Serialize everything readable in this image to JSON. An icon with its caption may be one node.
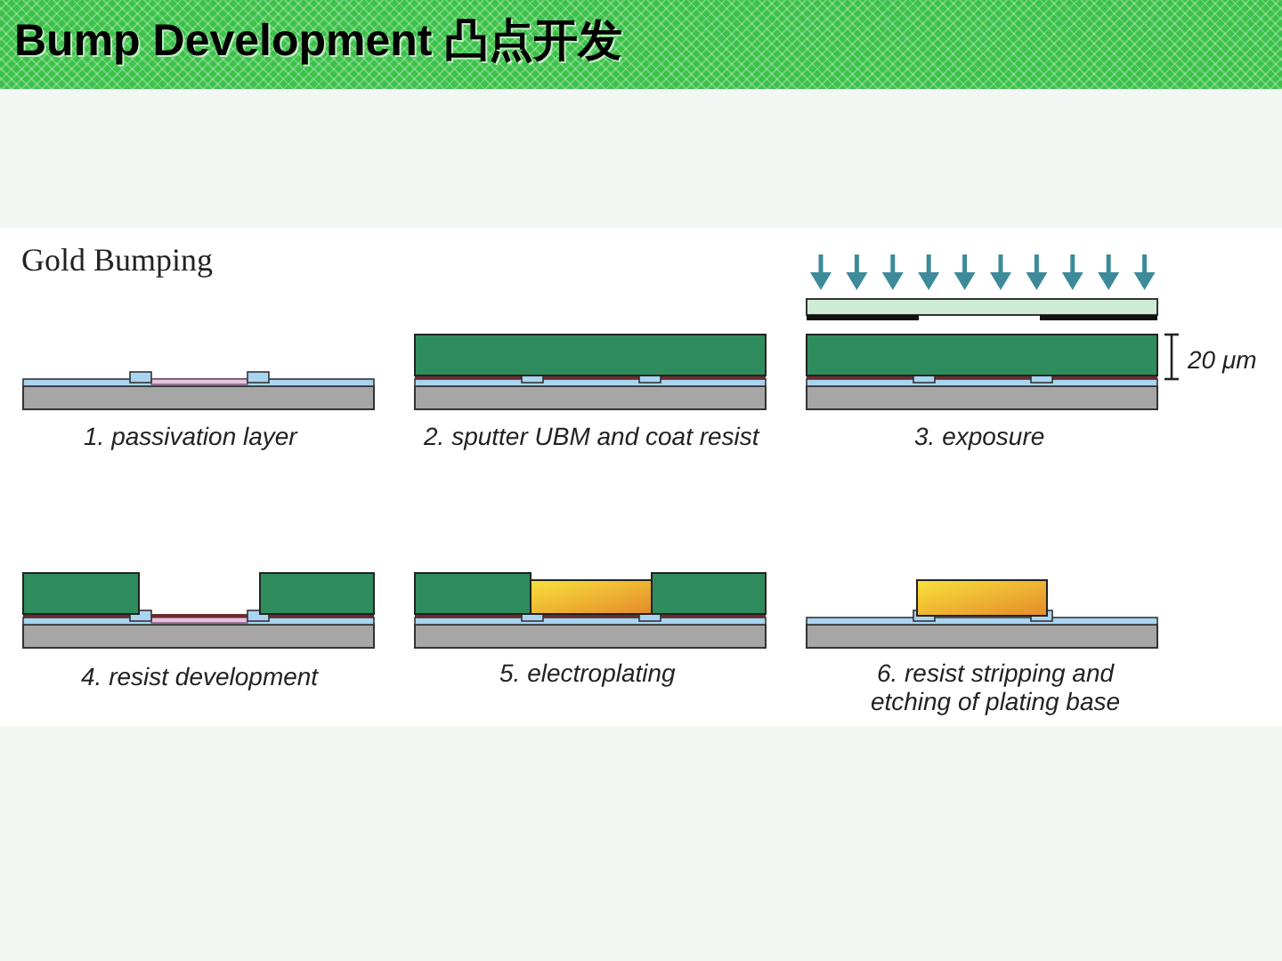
{
  "diagram": {
    "title": "Bump Development 凸点开发",
    "labels": [
      "Gold Bumping",
      "20 μm",
      "1. passivation layer",
      "2. sputter UBM and coat resist",
      "3. exposure",
      "4. resist development",
      "5. electroplating",
      "6. resist stripping and etching of plating base"
    ]
  }
}
